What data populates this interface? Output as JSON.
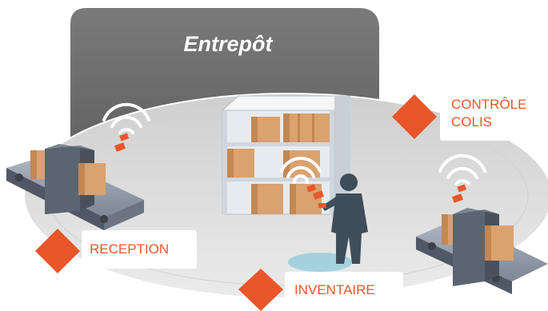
{
  "title": "Entrepôt",
  "labels": {
    "reception": "RECEPTION",
    "inventaire": "INVENTAIRE",
    "controle_line1": "CONTRÔLE",
    "controle_line2": "COLIS"
  },
  "colors": {
    "accent": "#e8562a",
    "building": "#6d6d6d",
    "floor": "#dcdcdc",
    "box": "#d9a26f",
    "shelf": "#e9eef2",
    "conveyor": "#5b6571",
    "worker": "#3f4d5a"
  },
  "icons": [
    "rfid-signal-icon",
    "rfid-tag-icon",
    "diamond-marker-icon"
  ]
}
